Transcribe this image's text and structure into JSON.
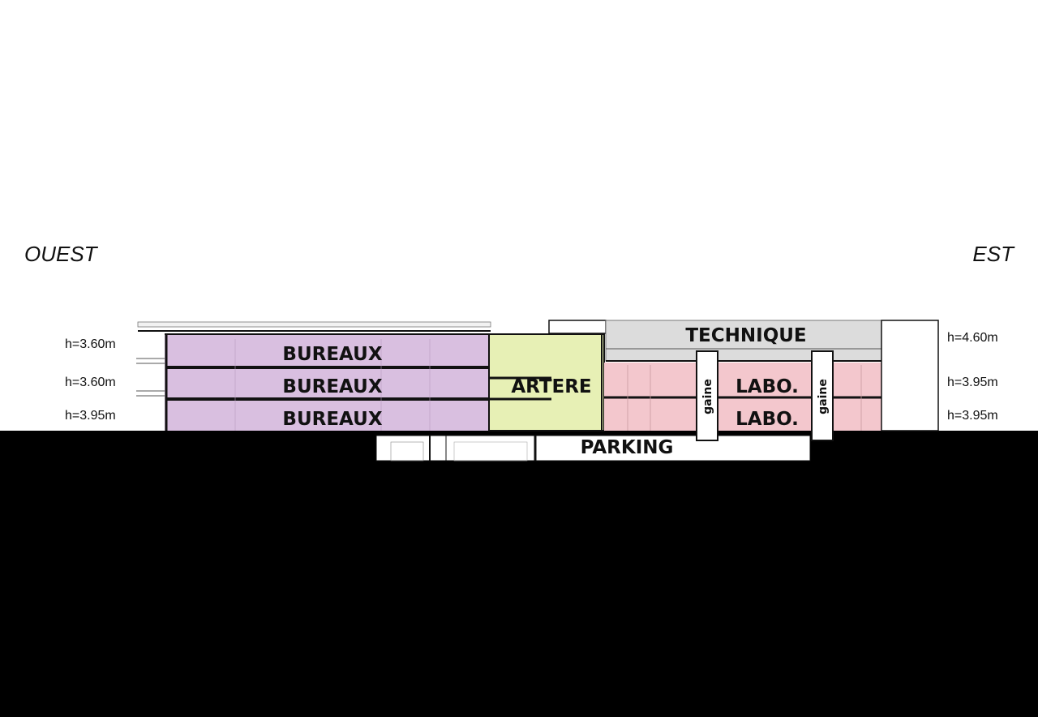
{
  "orientation": {
    "west": "OUEST",
    "east": "EST"
  },
  "heights_left": [
    "h=3.60m",
    "h=3.60m",
    "h=3.95m"
  ],
  "heights_right": [
    "h=4.60m",
    "h=3.95m",
    "h=3.95m"
  ],
  "zones": {
    "bureaux": [
      "BUREAUX",
      "BUREAUX",
      "BUREAUX"
    ],
    "artere": "ARTERE",
    "technique": "TECHNIQUE",
    "labo": [
      "LABO.",
      "LABO."
    ],
    "gaine": [
      "gaine",
      "gaine"
    ],
    "parking": "PARKING"
  },
  "colors": {
    "bureaux": "#d9bfe0",
    "artere": "#e7f0b5",
    "labo": "#f3c7cd",
    "technique": "#dcdcdc",
    "ground": "#000000"
  }
}
